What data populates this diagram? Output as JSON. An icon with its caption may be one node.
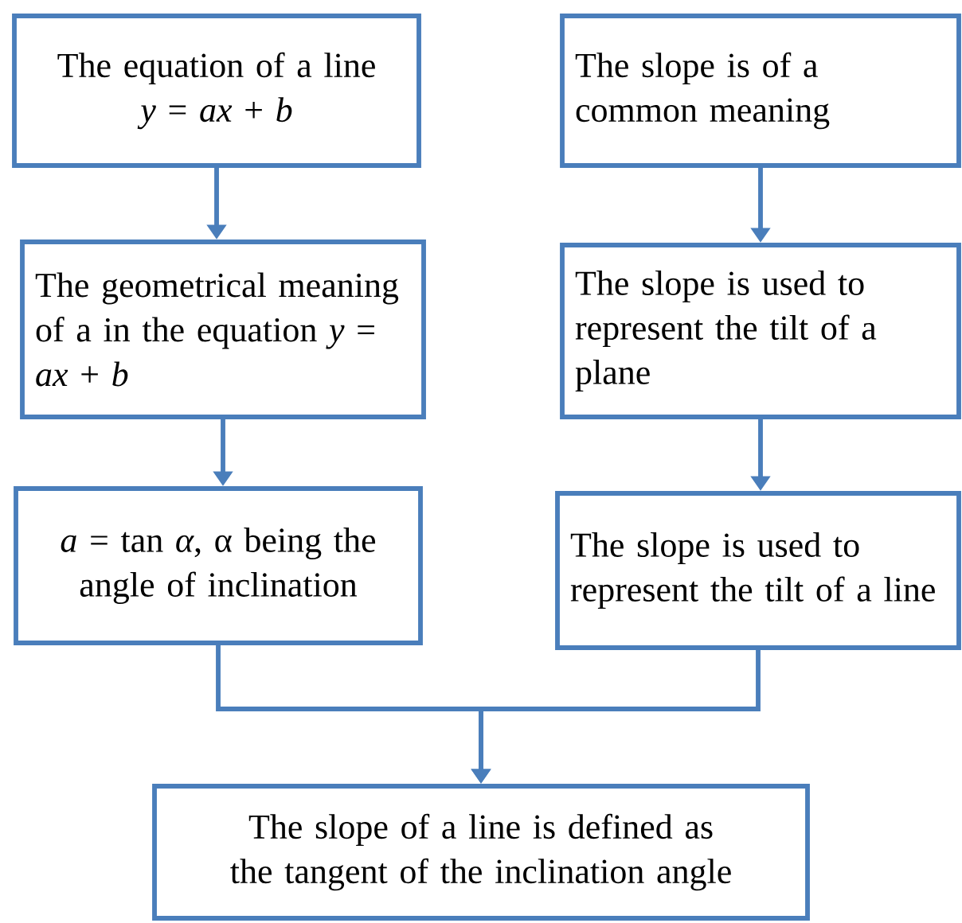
{
  "diagram": {
    "nodes": [
      {
        "text": [
          "The equation of a line",
          "*y* = *ax* + *b*"
        ]
      },
      {
        "text": [
          "The slope is of a common meaning"
        ]
      },
      {
        "text": [
          "The geometrical meaning of a in the equation *y* = *ax* + *b*"
        ]
      },
      {
        "text": [
          "The slope is used to represent the tilt of a plane"
        ]
      },
      {
        "text": [
          "*a* = tan *α*, α being the angle of inclination"
        ]
      },
      {
        "text": [
          "The slope is used to represent the tilt of a line"
        ]
      },
      {
        "text": [
          "The slope of a line is defined as the tangent of the inclination angle"
        ]
      }
    ],
    "edges": [
      {
        "from": 0,
        "to": 2,
        "arrow": "to"
      },
      {
        "from": 1,
        "to": 3,
        "arrow": "to"
      },
      {
        "from": 2,
        "to": 4,
        "arrow": "to"
      },
      {
        "from": 3,
        "to": 5,
        "arrow": "to"
      },
      {
        "from": 4,
        "to": 6,
        "arrow": "to"
      },
      {
        "from": 5,
        "to": 6,
        "arrow": "to"
      }
    ]
  }
}
